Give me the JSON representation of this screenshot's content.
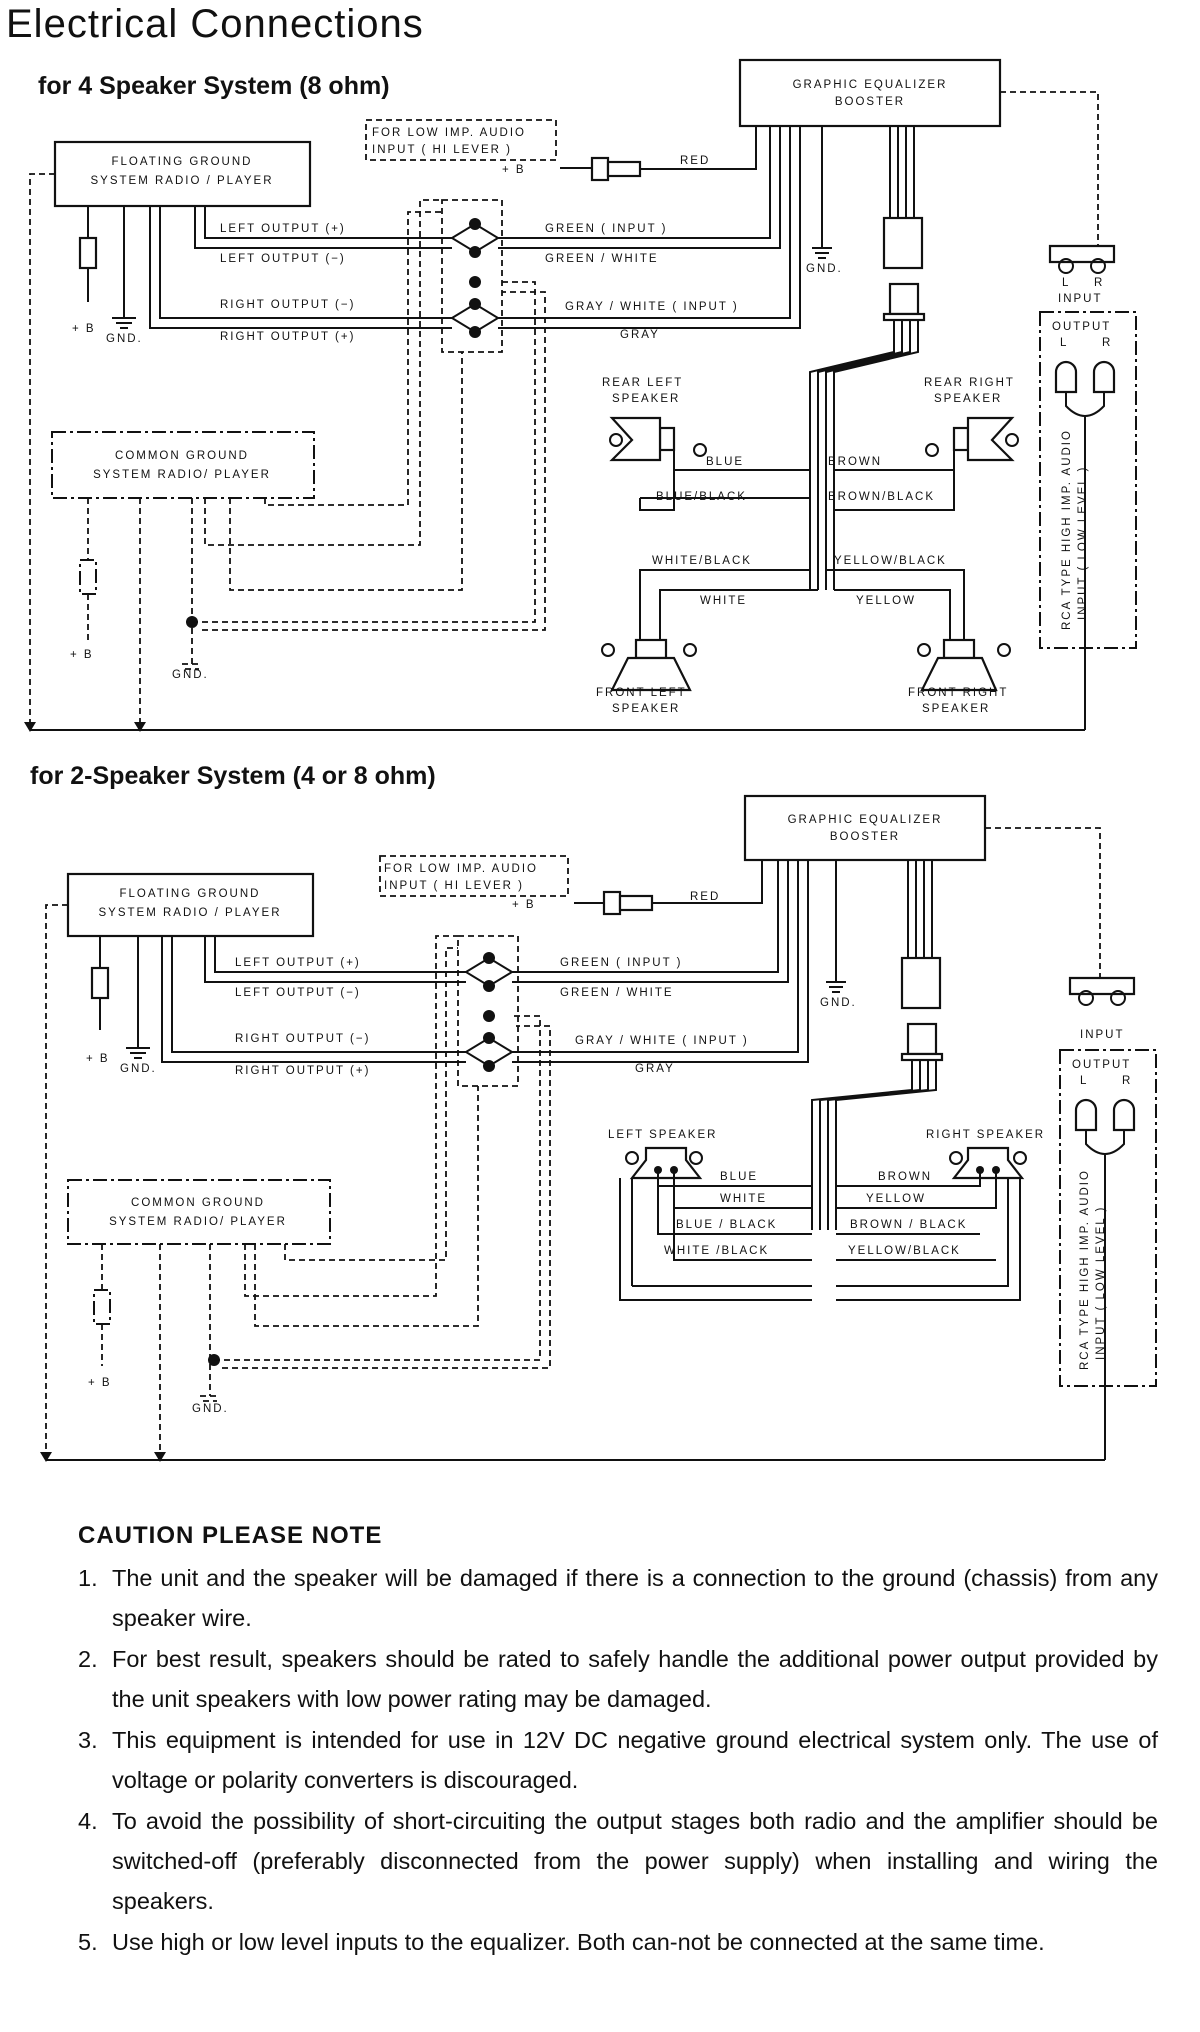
{
  "title": "Electrical Connections",
  "diagram1": {
    "title": "for 4 Speaker System (8 ohm)",
    "booster": [
      "GRAPHIC EQUALIZER",
      "BOOSTER"
    ],
    "floating_ground": [
      "FLOATING GROUND",
      "SYSTEM RADIO / PLAYER"
    ],
    "common_ground": [
      "COMMON GROUND",
      "SYSTEM RADIO/ PLAYER"
    ],
    "low_imp": [
      "FOR LOW IMP. AUDIO",
      "INPUT ( HI LEVER )"
    ],
    "plus_b": "+ B",
    "gnd": "GND.",
    "red": "RED",
    "left_out_plus": "LEFT OUTPUT (+)",
    "left_out_minus": "LEFT OUTPUT (−)",
    "right_out_minus": "RIGHT OUTPUT (−)",
    "right_out_plus": "RIGHT OUTPUT (+)",
    "green_input": "GREEN ( INPUT )",
    "green_white": "GREEN / WHITE",
    "gray_white_input": "GRAY / WHITE ( INPUT )",
    "gray": "GRAY",
    "rear_left": [
      "REAR LEFT",
      "SPEAKER"
    ],
    "rear_right": [
      "REAR RIGHT",
      "SPEAKER"
    ],
    "front_left": [
      "FRONT LEFT",
      "SPEAKER"
    ],
    "front_right": [
      "FRONT RIGHT",
      "SPEAKER"
    ],
    "blue": "BLUE",
    "blue_black": "BLUE/BLACK",
    "brown": "BROWN",
    "brown_black": "BROWN/BLACK",
    "white_black": "WHITE/BLACK",
    "white": "WHITE",
    "yellow_black": "YELLOW/BLACK",
    "yellow": "YELLOW",
    "lr": [
      "L",
      "R"
    ],
    "input": "INPUT",
    "output": "OUTPUT",
    "rca": [
      "RCA TYPE HIGH IMP. AUDIO",
      "INPUT ( LOW LEVEL )"
    ]
  },
  "diagram2": {
    "title": "for 2-Speaker System (4 or 8 ohm)",
    "booster": [
      "GRAPHIC EQUALIZER",
      "BOOSTER"
    ],
    "floating_ground": [
      "FLOATING GROUND",
      "SYSTEM RADIO / PLAYER"
    ],
    "common_ground": [
      "COMMON GROUND",
      "SYSTEM RADIO/ PLAYER"
    ],
    "low_imp": [
      "FOR LOW IMP. AUDIO",
      "INPUT ( HI LEVER )"
    ],
    "plus_b": "+ B",
    "gnd": "GND.",
    "red": "RED",
    "left_out_plus": "LEFT OUTPUT (+)",
    "left_out_minus": "LEFT OUTPUT (−)",
    "right_out_minus": "RIGHT OUTPUT (−)",
    "right_out_plus": "RIGHT OUTPUT (+)",
    "green_input": "GREEN ( INPUT )",
    "green_white": "GREEN / WHITE",
    "gray_white_input": "GRAY / WHITE ( INPUT )",
    "gray": "GRAY",
    "left_speaker": "LEFT SPEAKER",
    "right_speaker": "RIGHT SPEAKER",
    "blue": "BLUE",
    "white": "WHITE",
    "blue_black": "BLUE / BLACK",
    "white_black": "WHITE /BLACK",
    "brown": "BROWN",
    "yellow": "YELLOW",
    "brown_black": "BROWN / BLACK",
    "yellow_black": "YELLOW/BLACK",
    "lr": [
      "L",
      "R"
    ],
    "input": "INPUT",
    "output": "OUTPUT",
    "rca": [
      "RCA TYPE HIGH IMP. AUDIO",
      "INPUT ( LOW LEVEL )"
    ]
  },
  "caution": {
    "heading": "CAUTION PLEASE NOTE",
    "items": [
      {
        "num": "1.",
        "text": "The unit and the speaker will be damaged if there is a connection to the ground (chassis) from any speaker wire."
      },
      {
        "num": "2.",
        "text": "For best result, speakers should be rated to safely handle the additional power output provided by the unit speakers with low power rating may be damaged."
      },
      {
        "num": "3.",
        "text": "This equipment is intended for use in 12V DC negative ground electrical system only.  The use of voltage or polarity converters is discouraged."
      },
      {
        "num": "4.",
        "text": "To avoid the possibility of short-circuiting the output stages both radio and the amplifier should be switched-off (preferably disconnected from the power supply) when installing and wiring the speakers."
      },
      {
        "num": "5.",
        "text": "Use high or low level inputs to the equalizer. Both can-not be connected at the same time."
      }
    ]
  }
}
